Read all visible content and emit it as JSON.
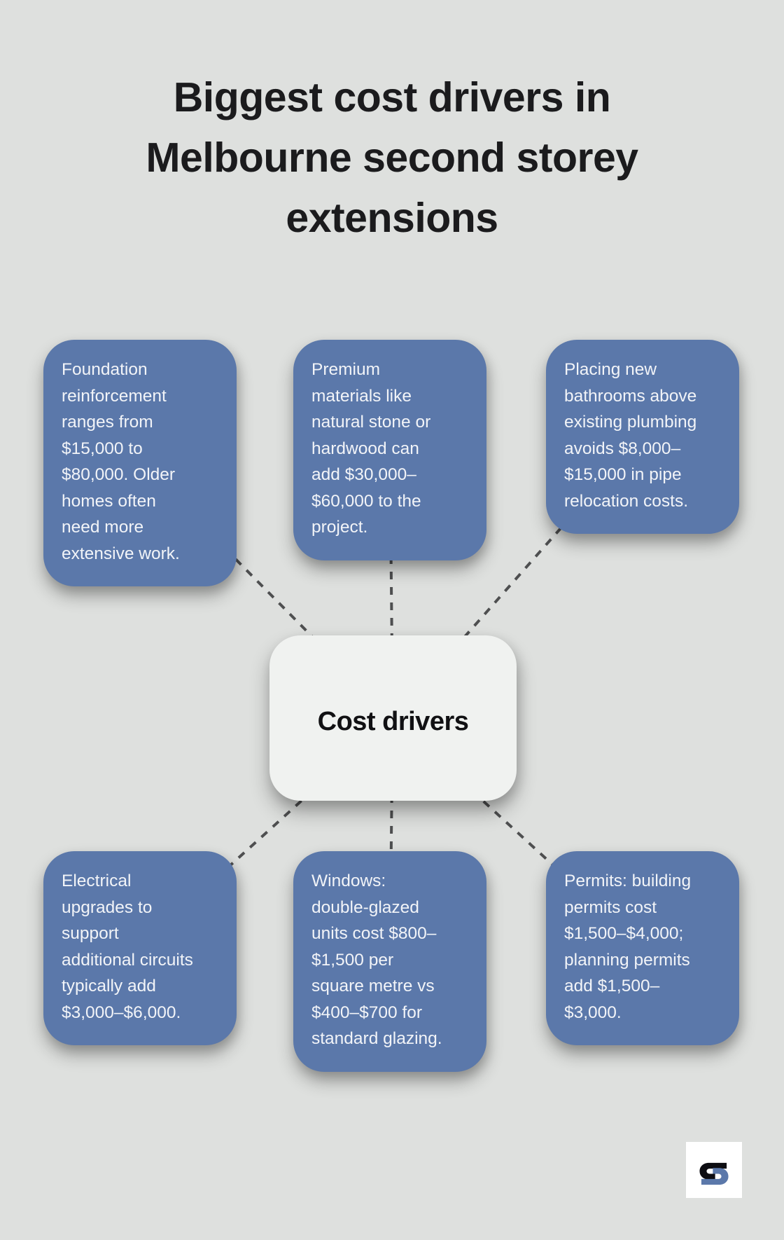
{
  "title": {
    "lines": [
      "Biggest cost drivers in",
      "Melbourne second storey",
      "extensions"
    ]
  },
  "center_node": {
    "label": "Cost drivers"
  },
  "cards": [
    {
      "id": "foundation",
      "lines": [
        "Foundation",
        "reinforcement",
        "ranges from",
        "$15,000 to",
        "$80,000. Older",
        "homes often",
        "need more",
        "extensive work."
      ]
    },
    {
      "id": "premium-materials",
      "lines": [
        "Premium",
        "materials like",
        "natural stone or",
        "hardwood can",
        "add $30,000–",
        "$60,000 to the",
        "project."
      ]
    },
    {
      "id": "bathrooms-plumbing",
      "lines": [
        "Placing new",
        "bathrooms above",
        "existing plumbing",
        "avoids $8,000–",
        "$15,000 in pipe",
        "relocation costs."
      ]
    },
    {
      "id": "electrical",
      "lines": [
        "Electrical",
        "upgrades to",
        "support",
        "additional circuits",
        "typically add",
        "$3,000–$6,000."
      ]
    },
    {
      "id": "windows",
      "lines": [
        "Windows:",
        "double-glazed",
        "units cost $800–",
        "$1,500 per",
        "square metre vs",
        "$400–$700 for",
        "standard glazing."
      ]
    },
    {
      "id": "permits",
      "lines": [
        "Permits: building",
        "permits cost",
        "$1,500–$4,000;",
        "planning permits",
        "add $1,500–",
        "$3,000."
      ]
    }
  ],
  "colors": {
    "background": "#dee0de",
    "card_fill": "#5b78aa",
    "card_text": "#f2f4f8",
    "center_fill": "#f0f2f0",
    "title_text": "#1b1b1d",
    "dash_line": "#4e4f50",
    "logo_black": "#0d0d12",
    "logo_blue": "#5b78aa",
    "logo_tile": "#ffffff"
  }
}
